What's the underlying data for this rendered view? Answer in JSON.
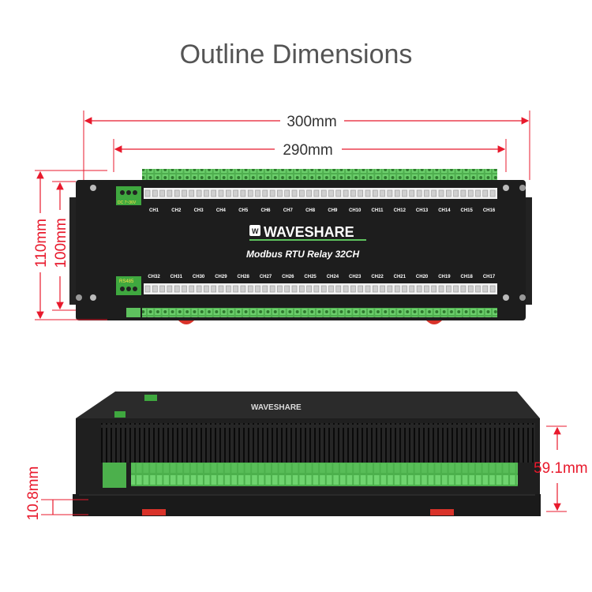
{
  "title": "Outline Dimensions",
  "dimensions": {
    "width_outer": "300mm",
    "width_inner": "290mm",
    "height_outer": "110mm",
    "height_inner": "100mm",
    "depth": "59.1mm",
    "rail_height": "10.8mm"
  },
  "device": {
    "brand": "WAVESHARE",
    "model": "Modbus RTU Relay 32CH",
    "power_label": "DC 7~36V",
    "comm_label": "RS485",
    "channels_top": [
      "CH1",
      "CH2",
      "CH3",
      "CH4",
      "CH5",
      "CH6",
      "CH7",
      "CH8",
      "CH9",
      "CH10",
      "CH11",
      "CH12",
      "CH13",
      "CH14",
      "CH15",
      "CH16"
    ],
    "channels_bottom": [
      "CH32",
      "CH31",
      "CH30",
      "CH29",
      "CH28",
      "CH27",
      "CH26",
      "CH25",
      "CH24",
      "CH23",
      "CH22",
      "CH21",
      "CH20",
      "CH19",
      "CH18",
      "CH17"
    ]
  },
  "colors": {
    "dimension_line": "#e8192c",
    "body": "#1d1d1d",
    "terminal": "#5ec25e",
    "rail_clip": "#d9332a"
  }
}
